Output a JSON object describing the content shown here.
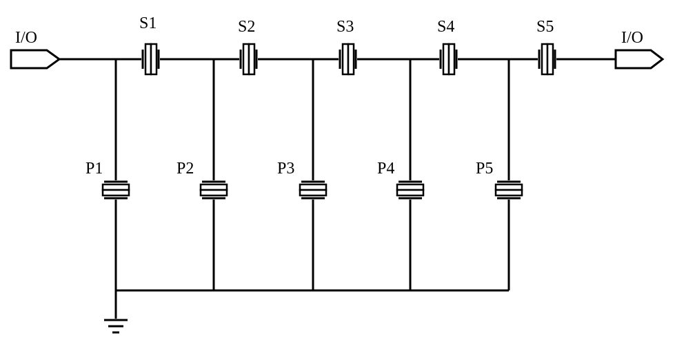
{
  "ports": {
    "left_label": "I/O",
    "right_label": "I/O"
  },
  "series_resonators": [
    "S1",
    "S2",
    "S3",
    "S4",
    "S5"
  ],
  "shunt_resonators": [
    "P1",
    "P2",
    "P3",
    "P4",
    "P5"
  ],
  "ground_symbol": "ground-icon"
}
